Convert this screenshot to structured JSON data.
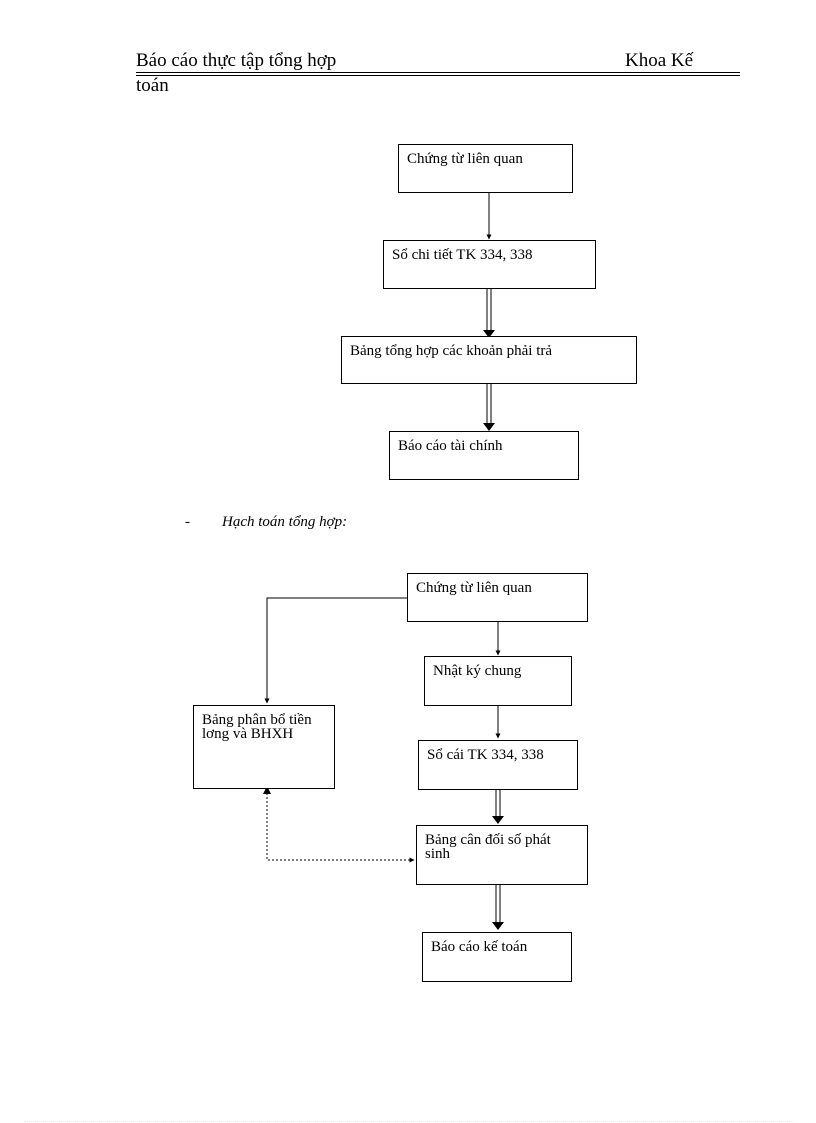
{
  "header": {
    "left_title": "Báo cáo thực tập tổng hợp",
    "right_title": "Khoa Kế",
    "wrap_line": "toán"
  },
  "flow1": {
    "box1": "Chứng từ liên quan",
    "box2": "Sổ chi tiết TK 334, 338",
    "box3": "Bảng tổng hợp các khoản phải trả",
    "box4": "Báo cáo tài chính"
  },
  "section": {
    "bullet": "-",
    "title": "Hạch toán tổng hợp:"
  },
  "flow2": {
    "box1": "Chứng từ liên quan",
    "box2": "Nhật ký chung",
    "box3": "Sổ cái TK 334, 338",
    "box4": "Bảng cân đối số phát sinh",
    "box5": "Báo cáo kế toán",
    "side_box": "Bảng phân bổ tiền lơng và BHXH"
  }
}
